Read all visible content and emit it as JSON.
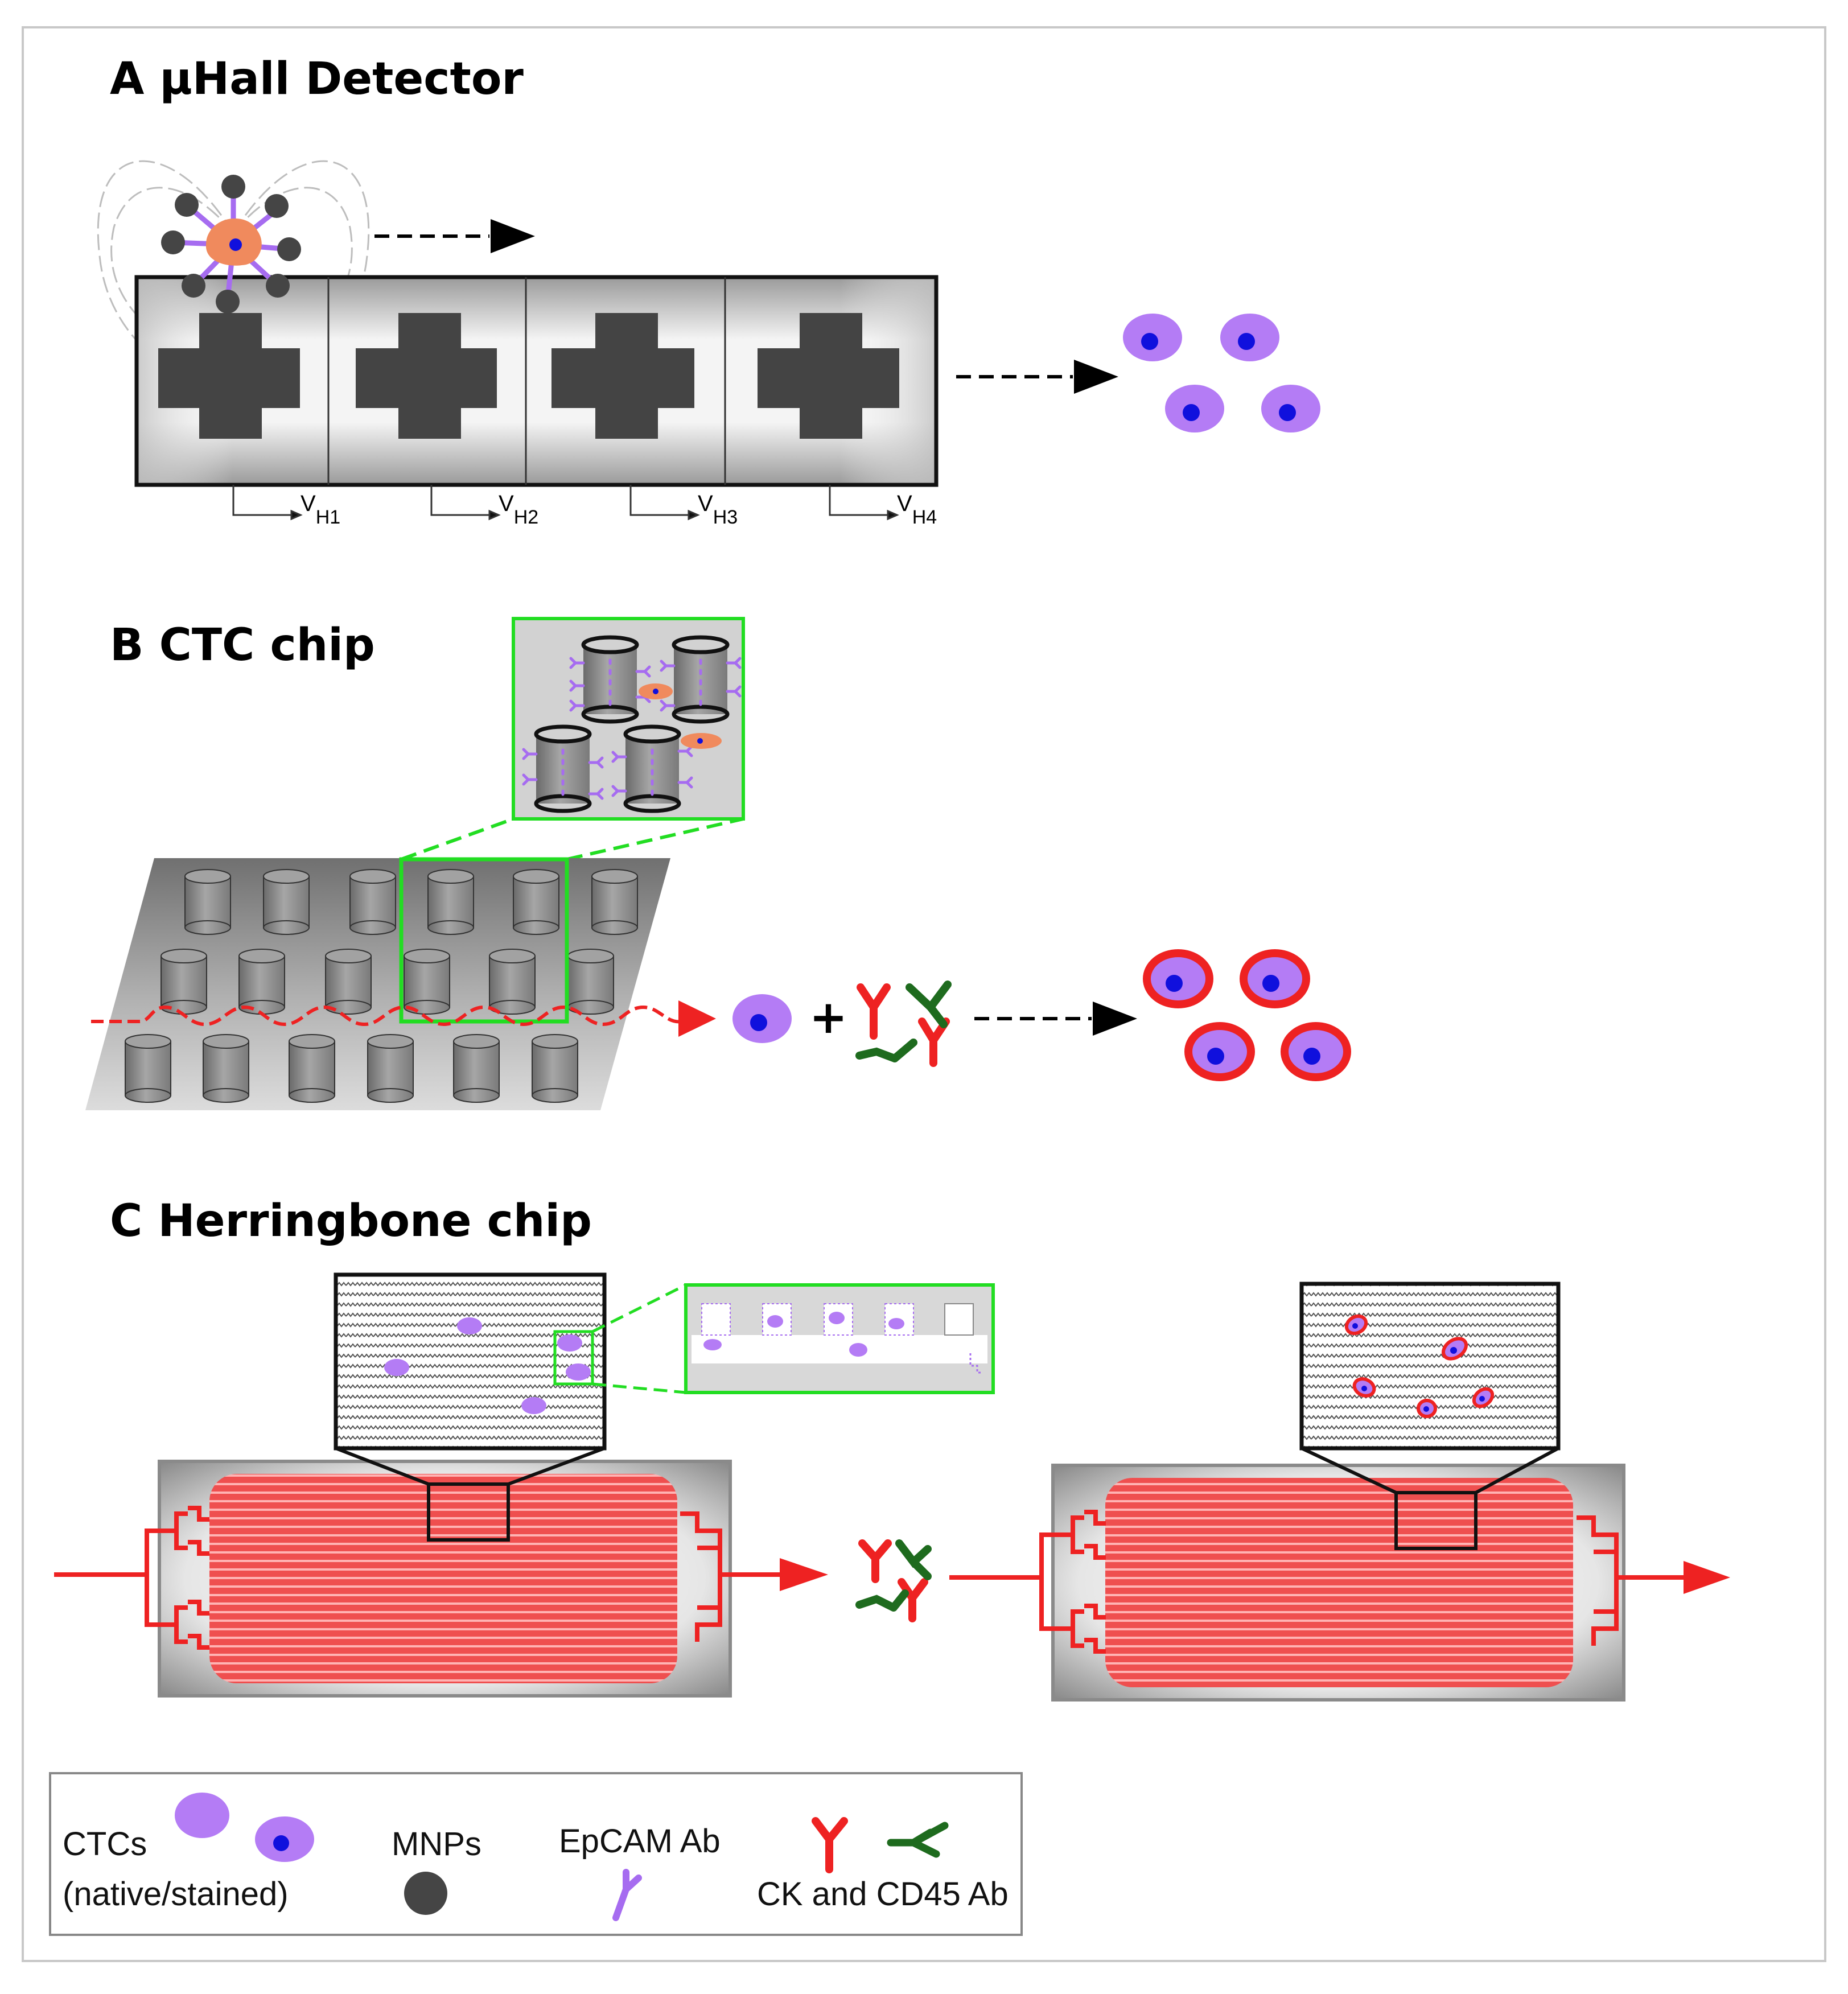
{
  "panels": {
    "a": {
      "title": "A μHall Detector",
      "sensor_labels": [
        {
          "main": "V",
          "sub": "H1"
        },
        {
          "main": "V",
          "sub": "H2"
        },
        {
          "main": "V",
          "sub": "H3"
        },
        {
          "main": "V",
          "sub": "H4"
        }
      ]
    },
    "b": {
      "title": "B CTC chip",
      "plus": "+"
    },
    "c": {
      "title": "C Herringbone chip"
    }
  },
  "legend": {
    "ctcs_line1": "CTCs",
    "ctcs_line2": "(native/stained)",
    "mnps": "MNPs",
    "epcam": "EpCAM Ab",
    "ck_cd45": "CK and CD45 Ab"
  },
  "colors": {
    "cell_purple": "#b47cf5",
    "nucleus_blue": "#1010dd",
    "mnp_gray": "#454545",
    "ck_red": "#ee2222",
    "cd45_green": "#1e6b1e",
    "highlight_green": "#22dd22",
    "tumor_cell_orange": "#f08a5d",
    "channel_red": "#ef4f4f"
  }
}
